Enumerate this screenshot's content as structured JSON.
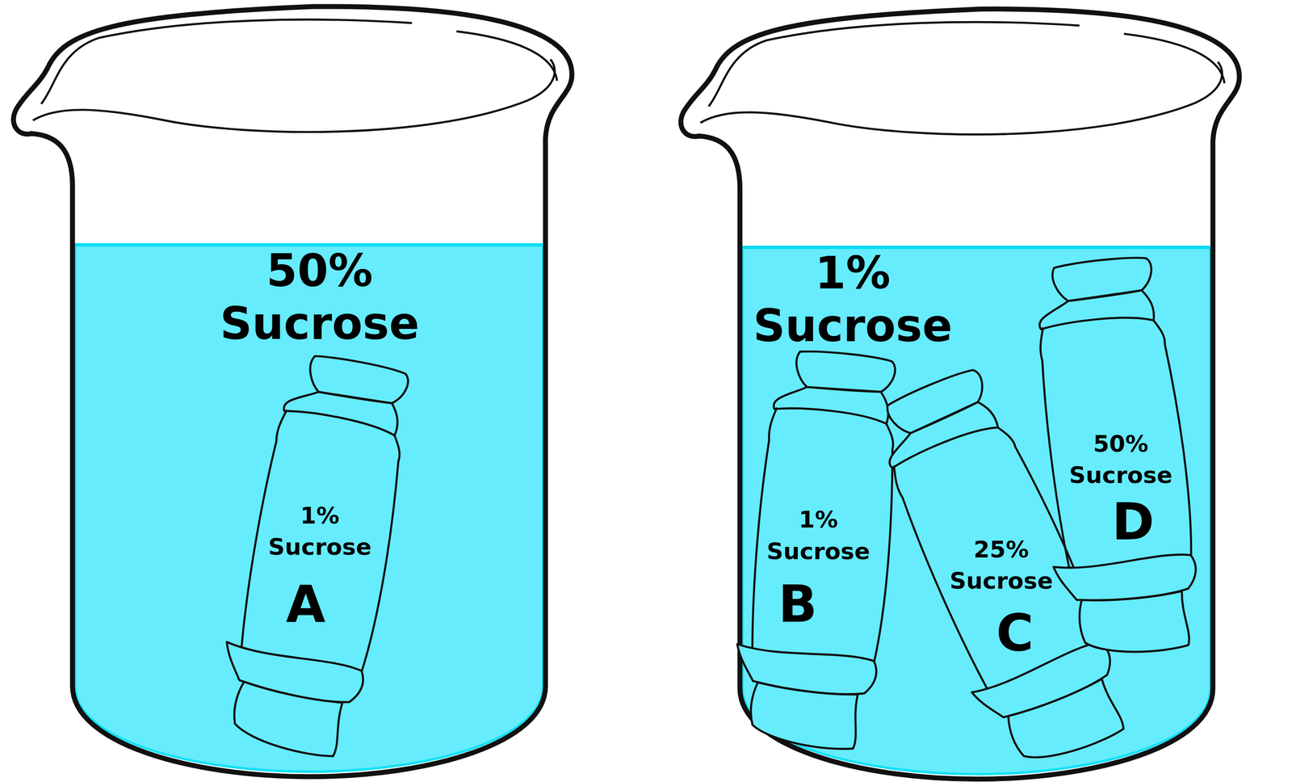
{
  "diagram": {
    "nodes": [
      {
        "text": [
          "50% Sucrose"
        ]
      },
      {
        "text": [
          "1% Sucrose",
          "A"
        ],
        "in": 0
      },
      {
        "text": [
          "1% Sucrose"
        ]
      },
      {
        "text": [
          "1% Sucrose",
          "B"
        ],
        "in": 2
      },
      {
        "text": [
          "25% Sucrose",
          "C"
        ],
        "in": 2
      },
      {
        "text": [
          "50% Sucrose",
          "D"
        ],
        "in": 2
      }
    ]
  }
}
